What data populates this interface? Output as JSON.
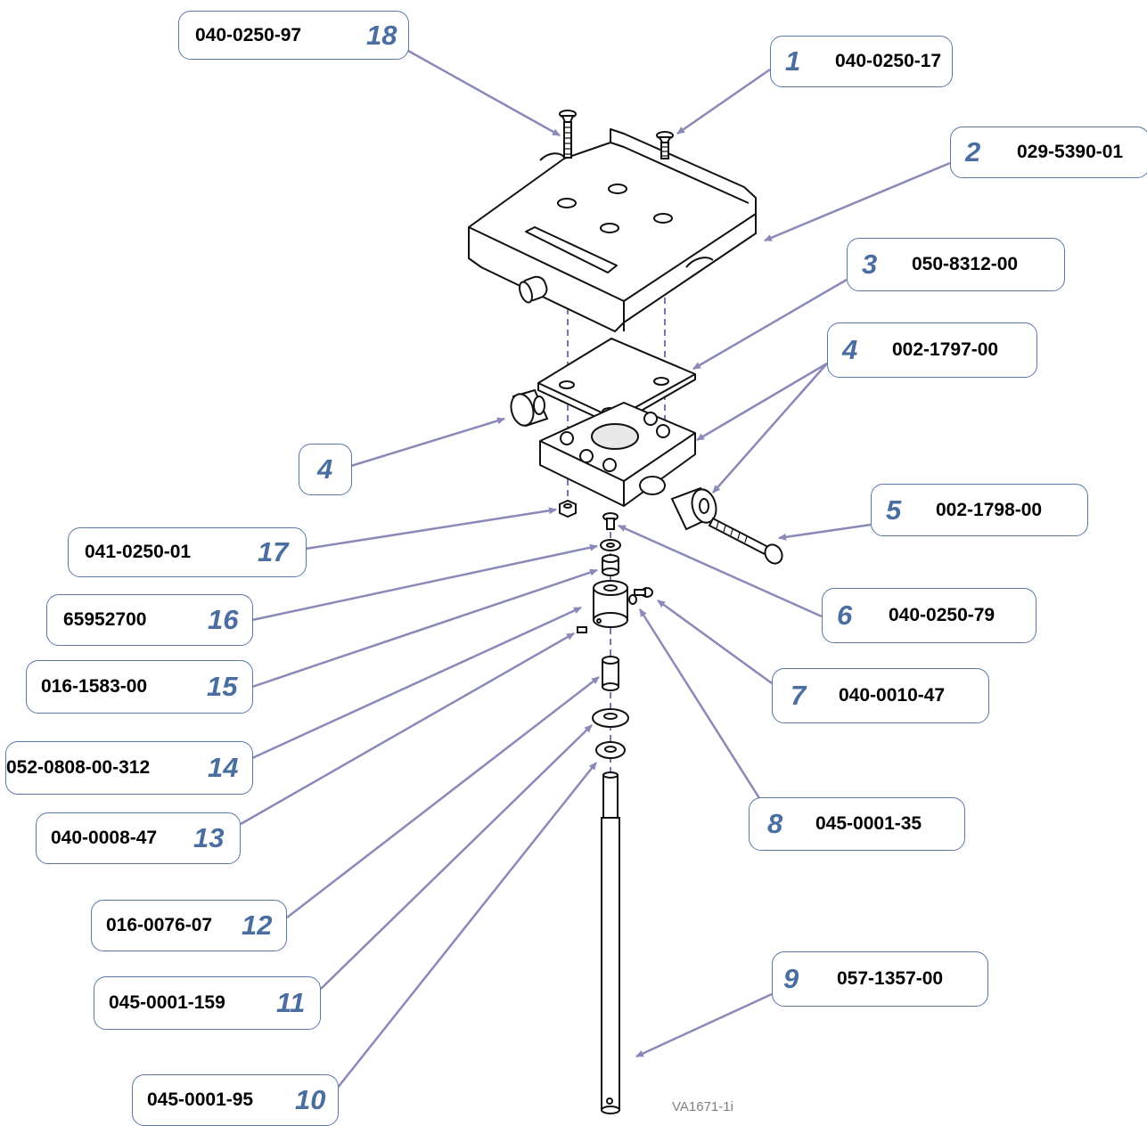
{
  "drawing_id": "VA1671-1i",
  "accent_color": "#4a6ea0",
  "leader_color": "#8a89b8",
  "callouts": [
    {
      "number": "18",
      "part_number": "040-0250-97"
    },
    {
      "number": "1",
      "part_number": "040-0250-17"
    },
    {
      "number": "2",
      "part_number": "029-5390-01"
    },
    {
      "number": "3",
      "part_number": "050-8312-00"
    },
    {
      "number": "4",
      "part_number": "002-1797-00"
    },
    {
      "number": "4",
      "part_number": ""
    },
    {
      "number": "5",
      "part_number": "002-1798-00"
    },
    {
      "number": "17",
      "part_number": "041-0250-01"
    },
    {
      "number": "6",
      "part_number": "040-0250-79"
    },
    {
      "number": "16",
      "part_number": "65952700"
    },
    {
      "number": "7",
      "part_number": "040-0010-47"
    },
    {
      "number": "15",
      "part_number": "016-1583-00"
    },
    {
      "number": "14",
      "part_number": "052-0808-00-312"
    },
    {
      "number": "8",
      "part_number": "045-0001-35"
    },
    {
      "number": "13",
      "part_number": "040-0008-47"
    },
    {
      "number": "12",
      "part_number": "016-0076-07"
    },
    {
      "number": "9",
      "part_number": "057-1357-00"
    },
    {
      "number": "11",
      "part_number": "045-0001-159"
    },
    {
      "number": "10",
      "part_number": "045-0001-95"
    }
  ]
}
